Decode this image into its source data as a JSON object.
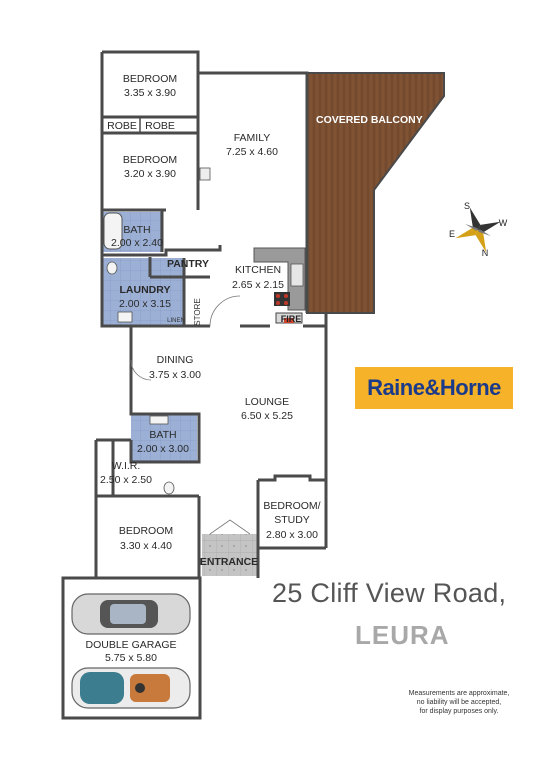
{
  "rooms": {
    "bedroom1": {
      "name": "BEDROOM",
      "size": "3.35 x 3.90"
    },
    "robe1": {
      "name": "ROBE"
    },
    "robe2": {
      "name": "ROBE"
    },
    "bedroom2": {
      "name": "BEDROOM",
      "size": "3.20 x 3.90"
    },
    "family": {
      "name": "FAMILY",
      "size": "7.25 x 4.60"
    },
    "balcony": {
      "name": "COVERED BALCONY"
    },
    "bath1": {
      "name": "BATH",
      "size": "2.00 x 2.40"
    },
    "pantry": {
      "name": "PANTRY"
    },
    "kitchen": {
      "name": "KITCHEN",
      "size": "2.65 x 2.15"
    },
    "laundry": {
      "name": "LAUNDRY",
      "size": "2.00 x 3.15"
    },
    "linen": {
      "name": "LINEN"
    },
    "store": {
      "name": "STORE"
    },
    "fire": {
      "name": "FIRE"
    },
    "dining": {
      "name": "DINING",
      "size": "3.75 x 3.00"
    },
    "lounge": {
      "name": "LOUNGE",
      "size": "6.50 x 5.25"
    },
    "bath2": {
      "name": "BATH",
      "size": "2.00 x 3.00"
    },
    "wir": {
      "name": "W.I.R.",
      "size": "2.50 x 2.50"
    },
    "bedroom_study": {
      "name": "BEDROOM/",
      "name2": "STUDY",
      "size": "2.80 x 3.00"
    },
    "bedroom3": {
      "name": "BEDROOM",
      "size": "3.30 x 4.40"
    },
    "entrance": {
      "name": "ENTRANCE"
    },
    "garage": {
      "name": "DOUBLE GARAGE",
      "size": "5.75 x 5.80"
    }
  },
  "compass": {
    "n": "N",
    "s": "S",
    "e": "E",
    "w": "W"
  },
  "address": {
    "street": "25 Cliff View Road,",
    "suburb": "LEURA"
  },
  "brand": {
    "name": "Raine&Horne"
  },
  "disclaimer": {
    "line1": "Measurements are approximate,",
    "line2": "no liability will be accepted,",
    "line3": "for display purposes only."
  },
  "colors": {
    "wall": "#4a4a4a",
    "wet_area": "#6f87b8",
    "balcony": "#7b4f32",
    "kitchen_bench": "#9a9a9a",
    "entrance_tile": "#b8b8b8",
    "brand_bg": "#f6b228",
    "brand_text": "#1b3b8a"
  }
}
